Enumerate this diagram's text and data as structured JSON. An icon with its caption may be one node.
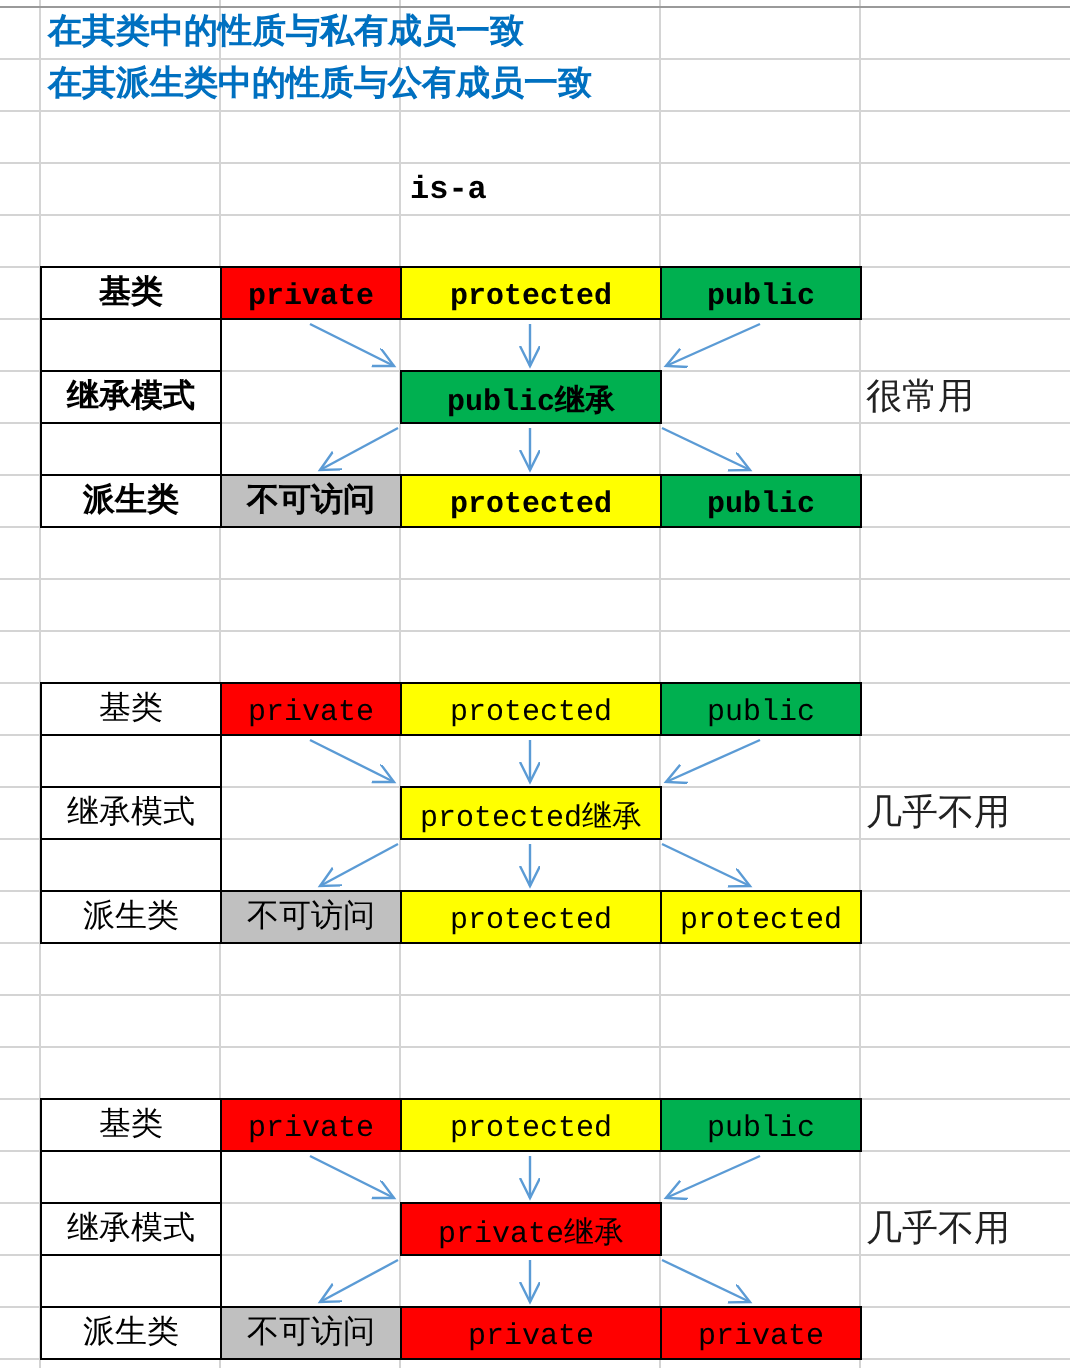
{
  "diagram": {
    "nodes": [
      {
        "text": [
          "基类"
        ]
      },
      {
        "text": [
          "private"
        ]
      },
      {
        "text": [
          "protected"
        ]
      },
      {
        "text": [
          "public"
        ]
      },
      {
        "text": [
          "继承模式"
        ]
      },
      {
        "text": [
          "public继承"
        ]
      },
      {
        "text": [
          "派生类"
        ]
      },
      {
        "text": [
          "不可访问"
        ]
      },
      {
        "text": [
          "protected"
        ]
      },
      {
        "text": [
          "public"
        ]
      },
      {
        "text": [
          "基类"
        ]
      },
      {
        "text": [
          "private"
        ]
      },
      {
        "text": [
          "protected"
        ]
      },
      {
        "text": [
          "public"
        ]
      },
      {
        "text": [
          "继承模式"
        ]
      },
      {
        "text": [
          "protected继承"
        ]
      },
      {
        "text": [
          "派生类"
        ]
      },
      {
        "text": [
          "不可访问"
        ]
      },
      {
        "text": [
          "protected"
        ]
      },
      {
        "text": [
          "protected"
        ]
      },
      {
        "text": [
          "基类"
        ]
      },
      {
        "text": [
          "private"
        ]
      },
      {
        "text": [
          "protected"
        ]
      },
      {
        "text": [
          "public"
        ]
      },
      {
        "text": [
          "继承模式"
        ]
      },
      {
        "text": [
          "private继承"
        ]
      },
      {
        "text": [
          "派生类"
        ]
      },
      {
        "text": [
          "不可访问"
        ]
      },
      {
        "text": [
          "private"
        ]
      },
      {
        "text": [
          "private"
        ]
      }
    ],
    "edges": [
      {
        "from": 1,
        "to": 5,
        "arrow": "to"
      },
      {
        "from": 2,
        "to": 5,
        "arrow": "to"
      },
      {
        "from": 3,
        "to": 5,
        "arrow": "to"
      },
      {
        "from": 5,
        "to": 7,
        "arrow": "to"
      },
      {
        "from": 5,
        "to": 8,
        "arrow": "to"
      },
      {
        "from": 5,
        "to": 9,
        "arrow": "to"
      },
      {
        "from": 11,
        "to": 15,
        "arrow": "to"
      },
      {
        "from": 12,
        "to": 15,
        "arrow": "to"
      },
      {
        "from": 13,
        "to": 15,
        "arrow": "to"
      },
      {
        "from": 15,
        "to": 17,
        "arrow": "to"
      },
      {
        "from": 15,
        "to": 18,
        "arrow": "to"
      },
      {
        "from": 15,
        "to": 19,
        "arrow": "to"
      },
      {
        "from": 21,
        "to": 25,
        "arrow": "to"
      },
      {
        "from": 22,
        "to": 25,
        "arrow": "to"
      },
      {
        "from": 23,
        "to": 25,
        "arrow": "to"
      },
      {
        "from": 25,
        "to": 27,
        "arrow": "to"
      },
      {
        "from": 25,
        "to": 28,
        "arrow": "to"
      },
      {
        "from": 25,
        "to": 29,
        "arrow": "to"
      }
    ],
    "labels": [
      "在其类中的性质与私有成员一致",
      "在其派生类中的性质与公有成员一致",
      "is-a",
      "很常用",
      "几乎不用",
      "几乎不用"
    ]
  }
}
